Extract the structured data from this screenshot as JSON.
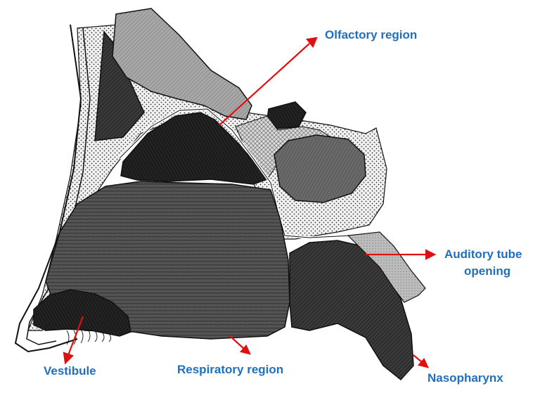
{
  "colors": {
    "label": "#1f6fbf",
    "arrow": "#e01010",
    "outline": "#111111",
    "bone_light": "#9a9a9a",
    "bone_dark": "#2a2a2a",
    "concha": "#5a5a5a",
    "stipple_bg": "#efefef"
  },
  "labels": {
    "olfactory": "Olfactory region",
    "auditory_line1": "Auditory tube",
    "auditory_line2": "opening",
    "vestibule": "Vestibule",
    "respiratory": "Respiratory region",
    "nasopharynx": "Nasopharynx"
  }
}
